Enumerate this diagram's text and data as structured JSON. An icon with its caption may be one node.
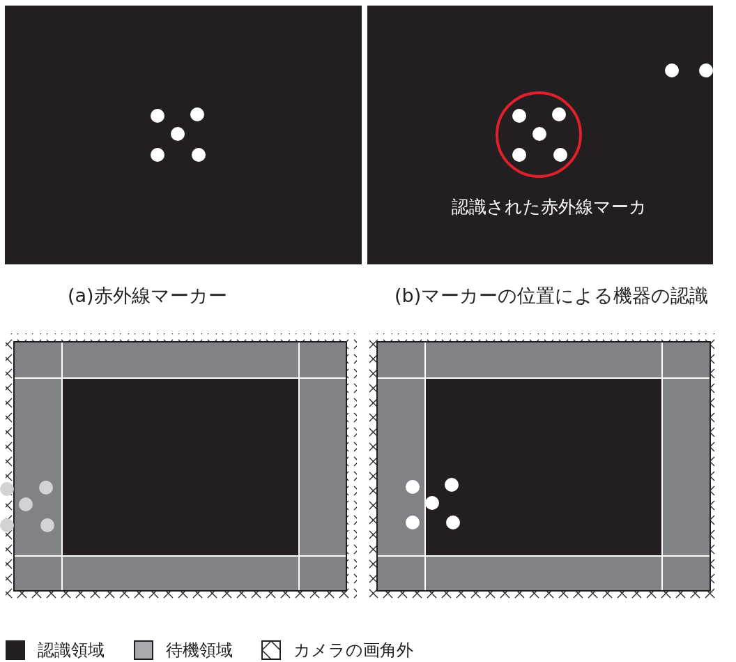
{
  "diagram": {
    "labels": [
      "認識された赤外線マーカ",
      "(a)赤外線マーカー",
      "(b)マーカーの位置による機器の認識"
    ],
    "legend": [
      {
        "text": "認識領域",
        "color": "#231f20"
      },
      {
        "text": "待機領域",
        "color": "#a7a9ac"
      },
      {
        "text": "カメラの画角外"
      }
    ]
  }
}
